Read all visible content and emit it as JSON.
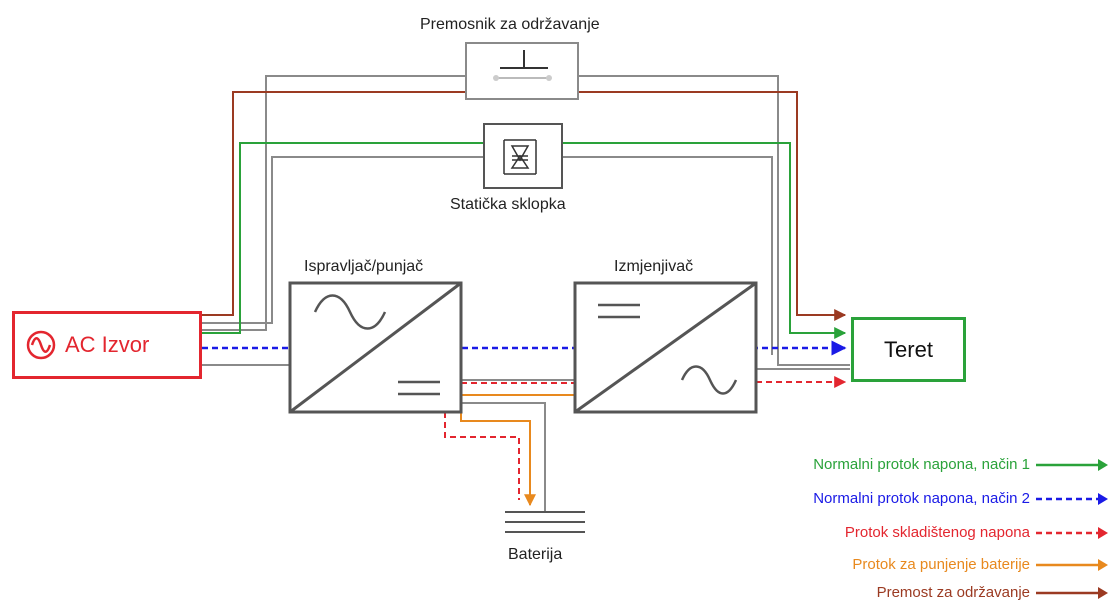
{
  "diagram": {
    "labels": {
      "bypass": "Premosnik za održavanje",
      "static_switch": "Statička sklopka",
      "rectifier": "Ispravljač/punjač",
      "inverter": "Izmjenjivač",
      "ac_source": "AC Izvor",
      "load": "Teret",
      "battery": "Baterija"
    },
    "legend": [
      {
        "label": "Normalni protok napona, način 1",
        "color": "#2aa23a",
        "style": "solid"
      },
      {
        "label": "Normalni protok napona, način 2",
        "color": "#1a1ae6",
        "style": "dashed"
      },
      {
        "label": "Protok skladištenog napona",
        "color": "#e3262f",
        "style": "dashed"
      },
      {
        "label": "Protok za punjenje baterije",
        "color": "#e8891e",
        "style": "solid"
      },
      {
        "label": "Premost za održavanje",
        "color": "#9b3a22",
        "style": "solid"
      }
    ],
    "colors": {
      "grey": "#8a8a8a",
      "green": "#2aa23a",
      "blue": "#1a1ae6",
      "red": "#e3262f",
      "orange": "#e8891e",
      "brown": "#9b3a22"
    }
  }
}
